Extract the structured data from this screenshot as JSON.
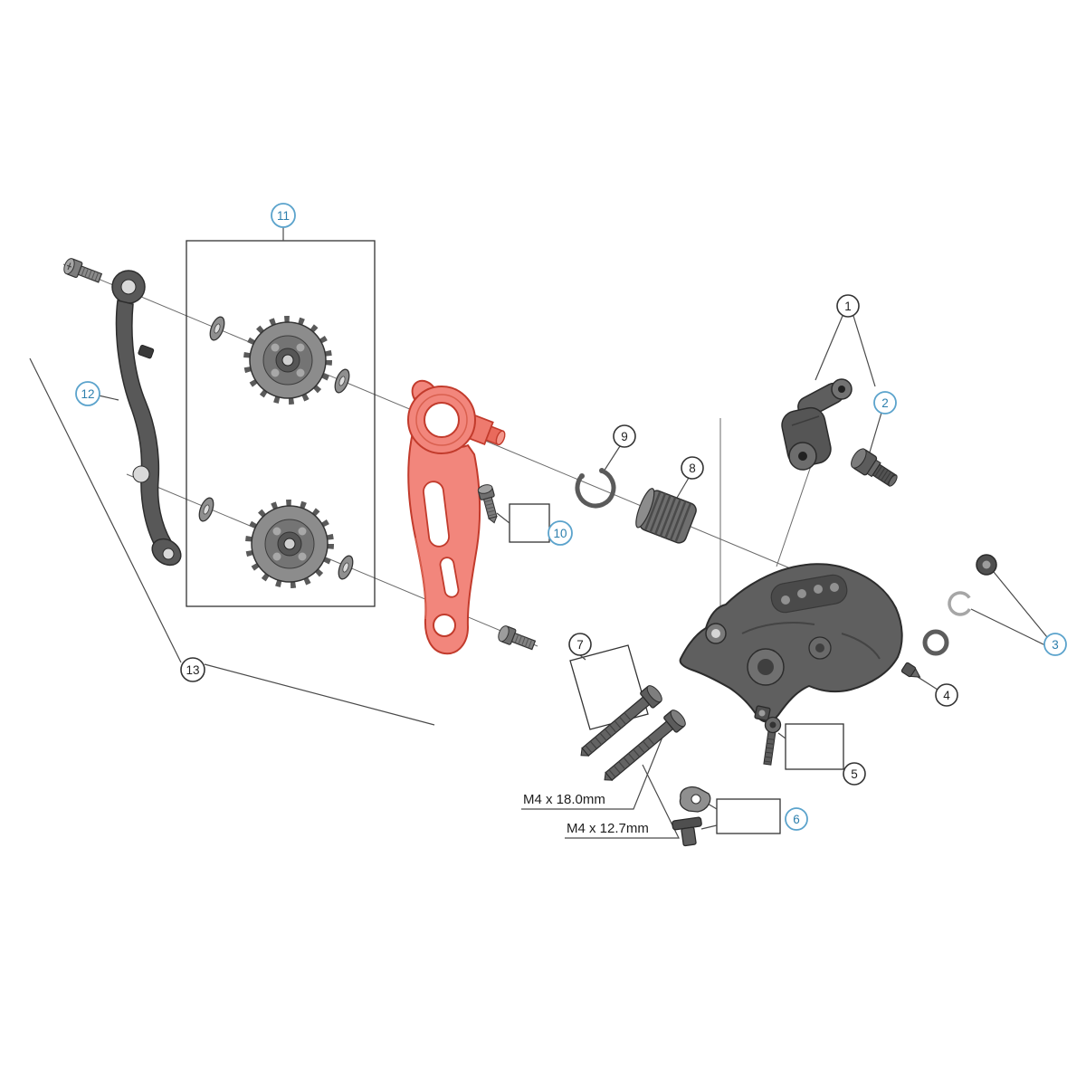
{
  "diagram": {
    "description": "Exploded parts diagram of a bicycle rear derailleur with numbered callouts; outer pulley-cage plate highlighted in red",
    "background": "#ffffff",
    "colors": {
      "highlight_part_fill": "#f2867c",
      "highlight_part_outline": "#c23b2c",
      "accent_callout": "#5ba3cc",
      "accent_callout_text": "#2d7fad",
      "part_gray": "#5f5f5f",
      "line_color": "#333333"
    },
    "callouts": [
      {
        "num": "1",
        "accent": false
      },
      {
        "num": "2",
        "accent": true
      },
      {
        "num": "3",
        "accent": true
      },
      {
        "num": "4",
        "accent": false
      },
      {
        "num": "5",
        "accent": false
      },
      {
        "num": "6",
        "accent": true
      },
      {
        "num": "7",
        "accent": false
      },
      {
        "num": "8",
        "accent": false
      },
      {
        "num": "9",
        "accent": false
      },
      {
        "num": "10",
        "accent": true
      },
      {
        "num": "11",
        "accent": true
      },
      {
        "num": "12",
        "accent": true
      },
      {
        "num": "13",
        "accent": false
      }
    ],
    "dimension_labels": [
      {
        "text": "M4 x 18.0mm"
      },
      {
        "text": "M4 x 12.7mm"
      }
    ]
  }
}
